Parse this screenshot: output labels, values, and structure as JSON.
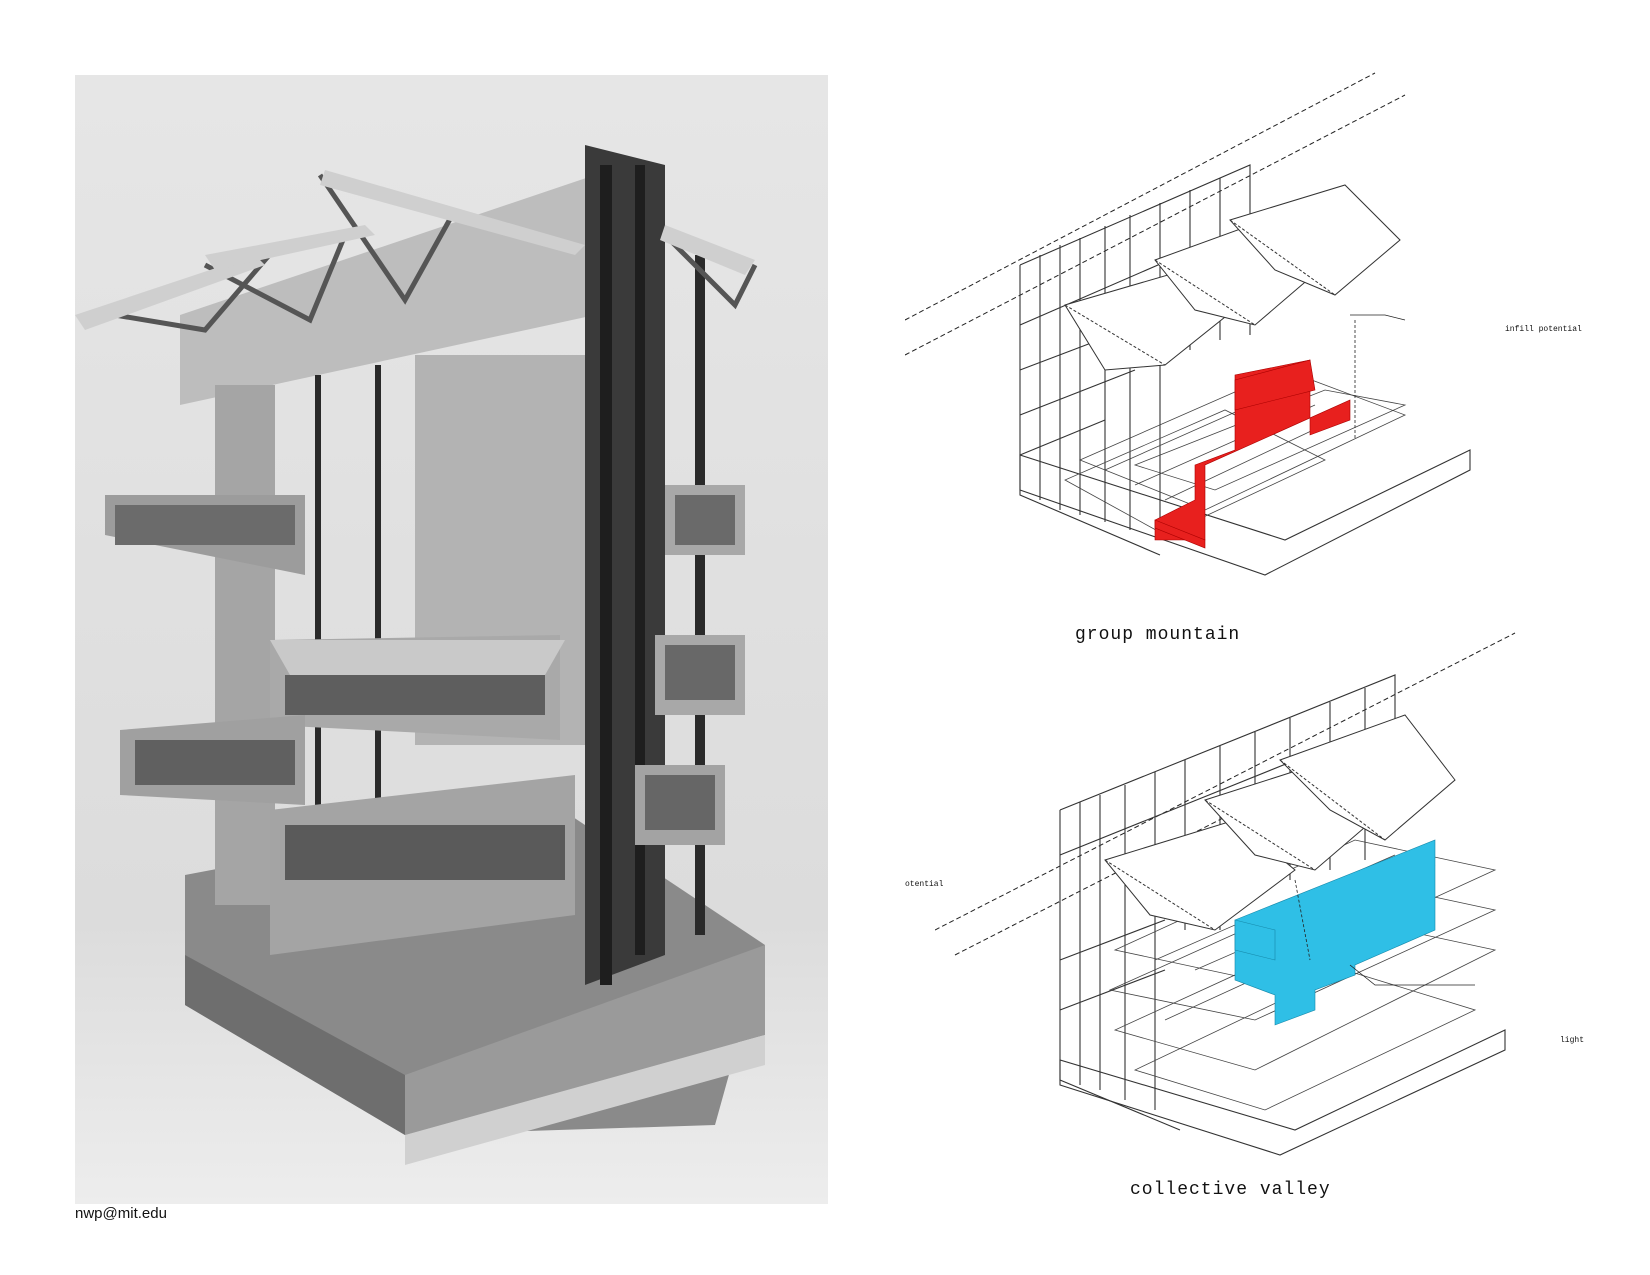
{
  "contact": {
    "email": "nwp@mit.edu"
  },
  "diagram_top": {
    "caption": "group mountain",
    "annotations": {
      "infill": "infill potential"
    },
    "highlight_color": "#e8201e"
  },
  "diagram_bottom": {
    "caption": "collective valley",
    "annotations": {
      "partial_left": "otential",
      "light": "light"
    },
    "highlight_color": "#2fbfe6"
  }
}
